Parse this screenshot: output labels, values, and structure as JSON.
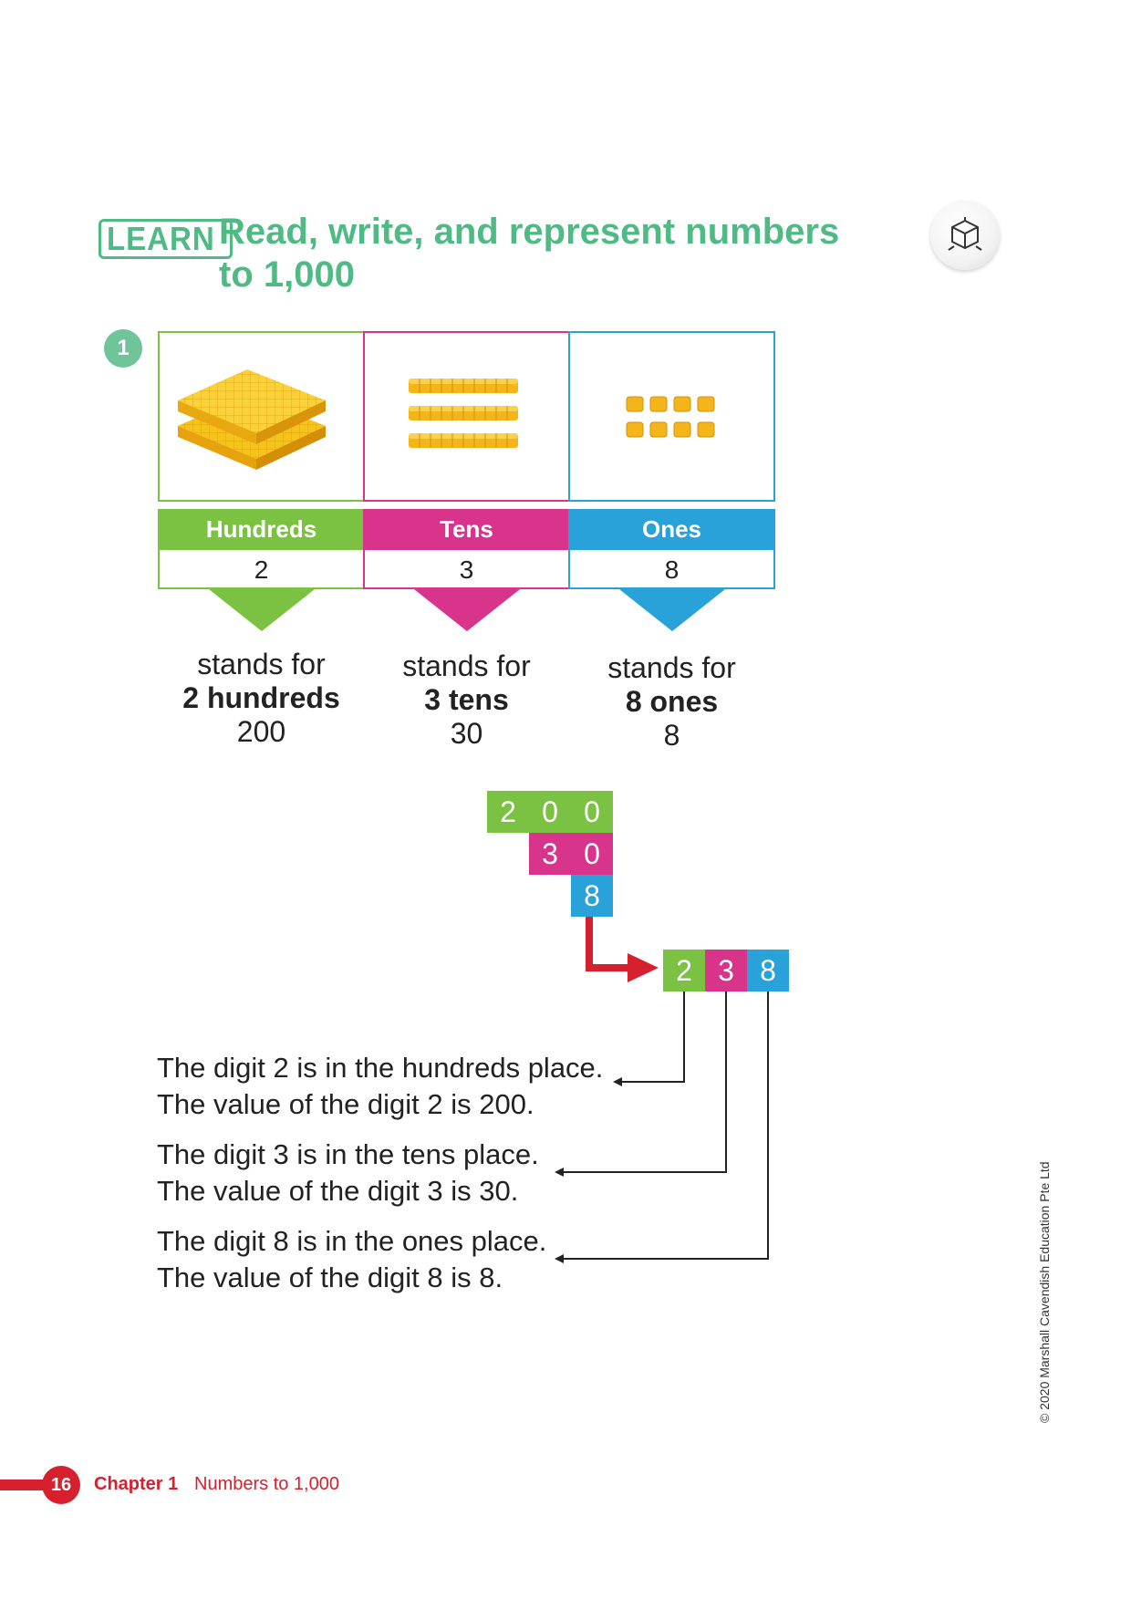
{
  "header": {
    "badge": "LEARN",
    "title_line1": "Read, write, and represent numbers",
    "title_line2": "to 1,000"
  },
  "step": "1",
  "place_value": {
    "columns": [
      {
        "label": "Hundreds",
        "digit": "2",
        "stands_for": "stands for",
        "bold": "2 hundreds",
        "value": "200",
        "color": "#7bc142"
      },
      {
        "label": "Tens",
        "digit": "3",
        "stands_for": "stands for",
        "bold": "3 tens",
        "value": "30",
        "color": "#d9348c"
      },
      {
        "label": "Ones",
        "digit": "8",
        "stands_for": "stands for",
        "bold": "8 ones",
        "value": "8",
        "color": "#29a2d9"
      }
    ]
  },
  "expanded": {
    "row1": [
      "2",
      "0",
      "0"
    ],
    "row2": [
      "3",
      "0"
    ],
    "row3": [
      "8"
    ],
    "result": [
      "2",
      "3",
      "8"
    ]
  },
  "explanations": [
    {
      "line1": "The digit 2 is in the hundreds place.",
      "line2": "The value of the digit 2 is 200."
    },
    {
      "line1": "The digit 3 is in the tens place.",
      "line2": "The value of the digit 3 is 30."
    },
    {
      "line1": "The digit 8 is in the ones place.",
      "line2": "The value of the digit 8 is 8."
    }
  ],
  "copyright": "© 2020 Marshall Cavendish Education Pte Ltd",
  "footer": {
    "page": "16",
    "chapter": "Chapter 1",
    "chapter_title": "Numbers to 1,000"
  },
  "colors": {
    "title": "#4fba84",
    "hundreds": "#7bc142",
    "tens": "#d9348c",
    "ones": "#29a2d9",
    "footer": "#d7202e",
    "arrow": "#d7202e"
  },
  "icons": [
    "cube-icon",
    "hundred-flat-icon",
    "ten-rod-icon",
    "unit-cube-icon",
    "down-arrow-icon",
    "right-arrow-icon"
  ]
}
